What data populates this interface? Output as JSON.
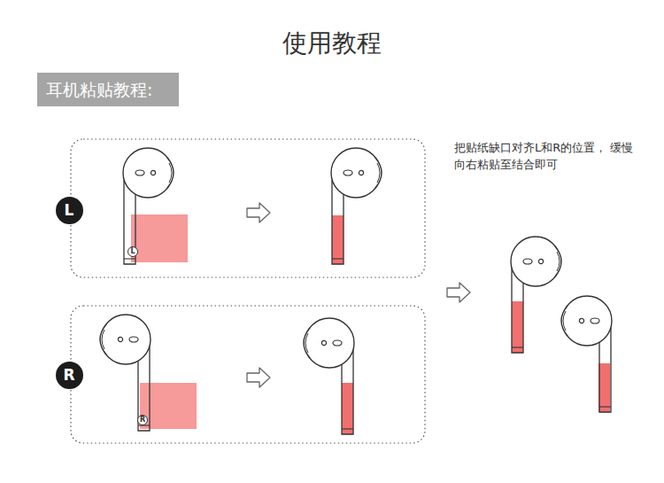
{
  "diagram": {
    "title": "使用教程",
    "nodes": [
      {
        "text": [
          "耳机粘贴教程:"
        ]
      },
      {
        "text": [
          "L"
        ]
      },
      {
        "text": [
          "R"
        ]
      }
    ],
    "labels": [
      "把贴纸缺口对齐L和R的位置， 缓慢向右粘贴至结合即可",
      "L",
      "R"
    ]
  }
}
